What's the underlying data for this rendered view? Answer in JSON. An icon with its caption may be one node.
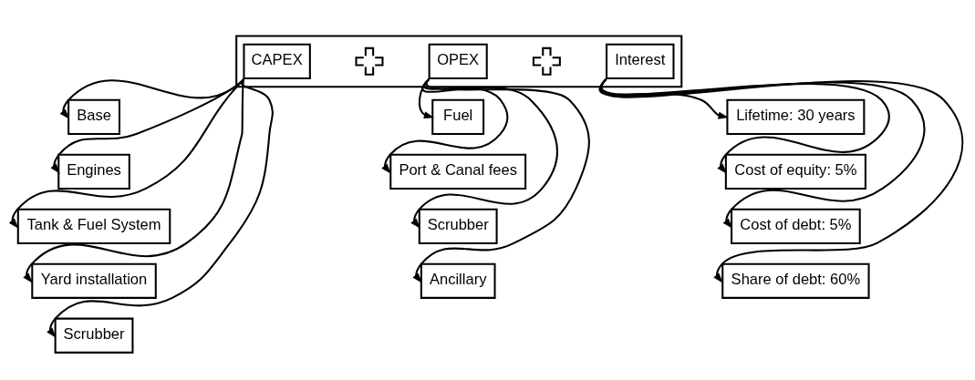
{
  "diagram": {
    "nodes": [
      {
        "text": [],
        "shape": "box"
      },
      {
        "text": [
          "CAPEX"
        ],
        "in": 0
      },
      {
        "text": [],
        "shape": "plus",
        "in": 0
      },
      {
        "text": [
          "OPEX"
        ],
        "in": 0
      },
      {
        "text": [],
        "shape": "plus",
        "in": 0
      },
      {
        "text": [
          "Interest"
        ],
        "in": 0
      },
      {
        "text": [
          "Base"
        ]
      },
      {
        "text": [
          "Engines"
        ]
      },
      {
        "text": [
          "Tank & Fuel System"
        ]
      },
      {
        "text": [
          "Yard installation"
        ]
      },
      {
        "text": [
          "Scrubber"
        ]
      },
      {
        "text": [
          "Fuel"
        ]
      },
      {
        "text": [
          "Port & Canal fees"
        ]
      },
      {
        "text": [
          "Scrubber"
        ]
      },
      {
        "text": [
          "Ancillary"
        ]
      },
      {
        "text": [
          "Lifetime: 30 years"
        ]
      },
      {
        "text": [
          "Cost of equity: 5%"
        ]
      },
      {
        "text": [
          "Cost of debt: 5%"
        ]
      },
      {
        "text": [
          "Share of debt: 60%"
        ]
      }
    ],
    "edges": [
      {
        "from": 1,
        "to": 6,
        "arrow": "to"
      },
      {
        "from": 1,
        "to": 7,
        "arrow": "to"
      },
      {
        "from": 1,
        "to": 8,
        "arrow": "to"
      },
      {
        "from": 1,
        "to": 9,
        "arrow": "to"
      },
      {
        "from": 1,
        "to": 10,
        "arrow": "to"
      },
      {
        "from": 3,
        "to": 11,
        "arrow": "to"
      },
      {
        "from": 3,
        "to": 12,
        "arrow": "to"
      },
      {
        "from": 3,
        "to": 13,
        "arrow": "to"
      },
      {
        "from": 3,
        "to": 14,
        "arrow": "to"
      },
      {
        "from": 5,
        "to": 15,
        "arrow": "to"
      },
      {
        "from": 5,
        "to": 16,
        "arrow": "to"
      },
      {
        "from": 5,
        "to": 17,
        "arrow": "to"
      },
      {
        "from": 5,
        "to": 18,
        "arrow": "to"
      }
    ]
  }
}
